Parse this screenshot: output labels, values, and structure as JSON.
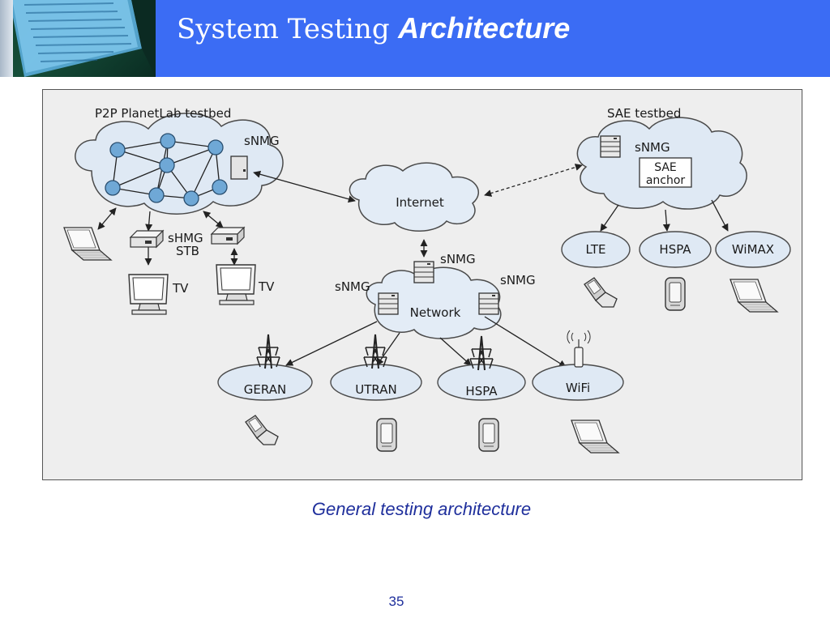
{
  "slide": {
    "title_plain": "System Testing",
    "title_italic": "Architecture",
    "caption": "General testing architecture",
    "page_number": "35"
  },
  "diagram": {
    "labels": {
      "p2p_testbed": "P2P PlanetLab testbed",
      "sae_testbed": "SAE testbed",
      "snmg": "sNMG",
      "internet": "Internet",
      "network": "Network",
      "sae_anchor_line1": "SAE",
      "sae_anchor_line2": "anchor",
      "shmg": "sHMG",
      "stb": "STB",
      "tv": "TV",
      "lte": "LTE",
      "hspa": "HSPA",
      "wimax": "WiMAX",
      "geran": "GERAN",
      "utran": "UTRAN",
      "wifi": "WiFi"
    }
  },
  "colors": {
    "header_blue": "#3b6cf4",
    "caption_blue": "#1f2f9c",
    "cloud_fill": "#dfe9f4",
    "node_fill": "#6fa8d6",
    "background": "#eeeeee"
  }
}
